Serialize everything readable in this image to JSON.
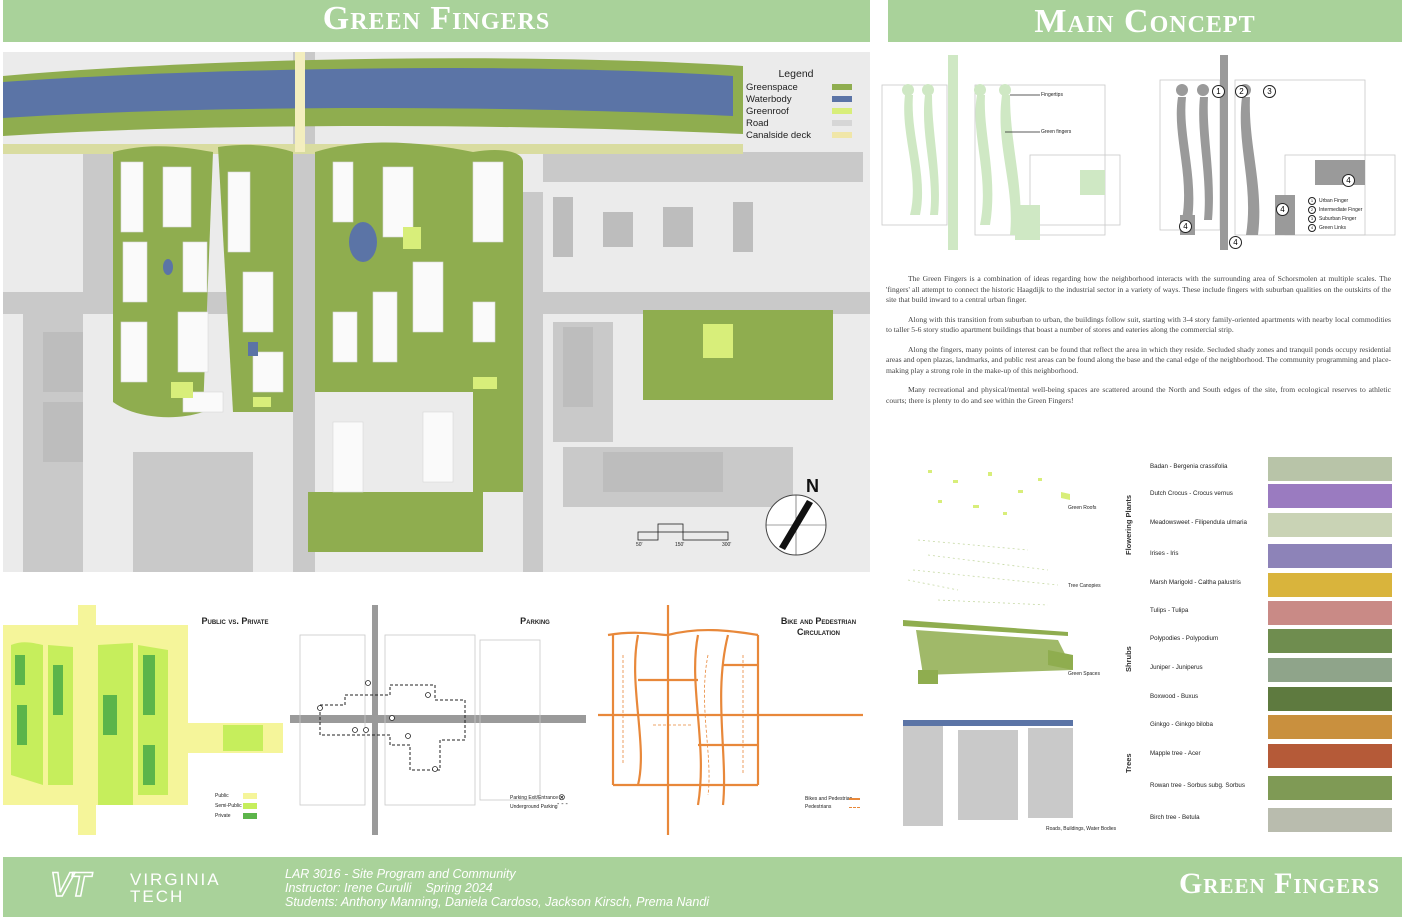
{
  "header_left": {
    "title": "Green Fingers"
  },
  "header_right": {
    "title": "Main Concept"
  },
  "legend": {
    "title": "Legend",
    "items": [
      {
        "label": "Greenspace",
        "color": "#8fad4f"
      },
      {
        "label": "Waterbody",
        "color": "#5b74a6"
      },
      {
        "label": "Greenroof",
        "color": "#d8ee7a"
      },
      {
        "label": "Road",
        "color": "#d6d6d6"
      },
      {
        "label": "Canalside deck",
        "color": "#f0e6a8"
      }
    ]
  },
  "scale_bar": {
    "labels": [
      "50'",
      "150'",
      "300'"
    ]
  },
  "north_arrow": {
    "label": "N"
  },
  "panels": {
    "public_private": {
      "title": "Public vs. Private",
      "legend": [
        {
          "label": "Public",
          "color": "#f5f59a"
        },
        {
          "label": "Semi-Public",
          "color": "#c6ee5c"
        },
        {
          "label": "Private",
          "color": "#5cb54a"
        }
      ]
    },
    "parking": {
      "title": "Parking",
      "legend": [
        {
          "label": "Parking Exit/Entrance",
          "symbol": "⊗"
        },
        {
          "label": "Underground Parking",
          "symbol": "- - -"
        }
      ]
    },
    "circulation": {
      "title": "Bike and Pedestrian Circulation",
      "legend": [
        {
          "label": "Bikes and Pedestrian",
          "symbol": "solid"
        },
        {
          "label": "Pedestrians",
          "symbol": "dashed"
        }
      ]
    }
  },
  "concept_diagram_1": {
    "labels": [
      "Fingertips",
      "Green fingers"
    ]
  },
  "concept_diagram_2": {
    "markers": [
      "1",
      "2",
      "3",
      "4"
    ],
    "legend": [
      {
        "num": "1",
        "label": "Urban Finger"
      },
      {
        "num": "2",
        "label": "Intermediate Finger"
      },
      {
        "num": "3",
        "label": "Suburban Finger"
      },
      {
        "num": "4",
        "label": "Green Links"
      }
    ]
  },
  "concept_text": [
    "The Green Fingers is a combination of ideas regarding how the neighborhood interacts with the surrounding area of Schorsmolen at multiple scales. The 'fingers' all attempt to connect the historic Haagdijk to the industrial sector in a variety of ways. These include fingers with suburban qualities on the outskirts of the site that build inward to a central urban finger.",
    "Along with this transition from suburban to urban, the buildings follow suit, starting with 3-4 story family-oriented apartments with nearby local commodities to taller 5-6 story studio apartment buildings that boast a number of stores and eateries along the commercial strip.",
    "Along the fingers,  many points of interest can be found that reflect the area in which they reside. Secluded shady zones and tranquil ponds occupy residential areas and open plazas, landmarks, and public rest areas can be found along the base and the canal edge of the neighborhood. The community programming and place-making play a strong role in the make-up of this neighborhood.",
    "Many recreational and physical/mental well-being  spaces are scattered around the North and South edges of the site, from ecological reserves to athletic courts; there is plenty to do and see within the Green Fingers!"
  ],
  "layers": {
    "labels": [
      "Green Roofs",
      "Tree Canopies",
      "Green Spaces",
      "Roads, Buildings, Water Bodies"
    ]
  },
  "plant_categories": [
    "Flowering Plants",
    "Shrubs",
    "Trees"
  ],
  "plants": [
    {
      "name": "Badan - Bergenia crassifolia",
      "color": "#b8c4a8"
    },
    {
      "name": "Dutch Crocus - Crocus vernus",
      "color": "#9a7bc0"
    },
    {
      "name": "Meadowsweet - Filipendula ulmaria",
      "color": "#c9d3b5"
    },
    {
      "name": "Irises - Iris",
      "color": "#8d83b8"
    },
    {
      "name": "Marsh Marigold - Caltha palustris",
      "color": "#d9b43c"
    },
    {
      "name": "Tulips - Tulipa",
      "color": "#c98a86"
    },
    {
      "name": "Polypodies - Polypodium",
      "color": "#6f8d4f"
    },
    {
      "name": "Juniper - Juniperus",
      "color": "#8fa48a"
    },
    {
      "name": "Boxwood - Buxus",
      "color": "#5e7a3f"
    },
    {
      "name": "Ginkgo - Ginkgo biloba",
      "color": "#c9903e"
    },
    {
      "name": "Mapple tree - Acer",
      "color": "#b55a38"
    },
    {
      "name": "Rowan tree - Sorbus subg. Sorbus",
      "color": "#7f9a55"
    },
    {
      "name": "Birch tree - Betula",
      "color": "#b9bcae"
    }
  ],
  "footer": {
    "university_line1": "VIRGINIA",
    "university_line2": "TECH",
    "logo_text": "VT",
    "course": "LAR 3016 - Site Program and Community",
    "instructor": "Instructor: Irene Curulli    Spring 2024",
    "students": "Students: Anthony Manning, Daniela Cardoso, Jackson Kirsch, Prema Nandi",
    "title": "Green Fingers"
  }
}
